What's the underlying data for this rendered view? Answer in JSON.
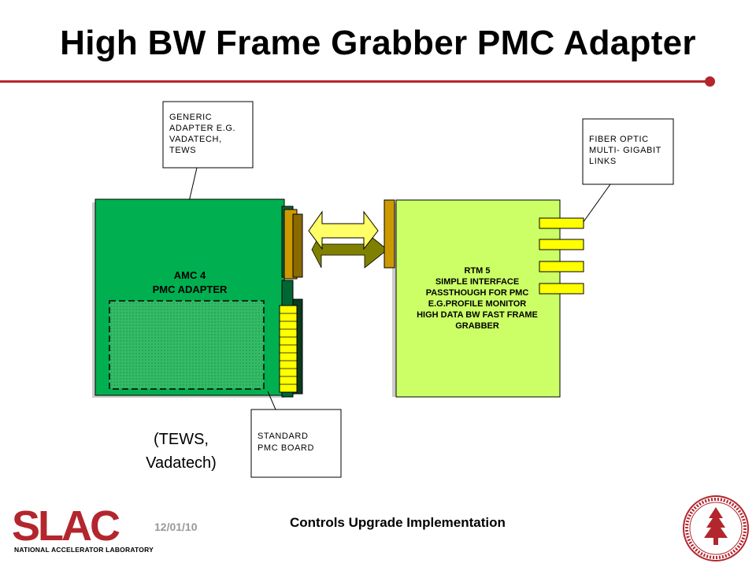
{
  "slide": {
    "title": "High BW Frame Grabber PMC Adapter"
  },
  "callouts": {
    "generic_adapter": [
      "GENERIC",
      "ADAPTER E.G.",
      "VADATECH,",
      "TEWS"
    ],
    "fiber_optic": [
      "FIBER OPTIC",
      "MULTI- GIGABIT",
      "LINKS"
    ],
    "standard_pmc": [
      "STANDARD",
      "PMC BOARD"
    ]
  },
  "amc_board": {
    "lines": [
      "AMC 4",
      "PMC ADAPTER"
    ]
  },
  "rtm_board": {
    "lines": [
      "RTM 5",
      "SIMPLE INTERFACE",
      "PASSTHOUGH FOR PMC",
      "E.G.PROFILE MONITOR",
      "HIGH DATA BW FAST FRAME",
      "GRABBER"
    ]
  },
  "vendors": {
    "line1": "(TEWS,",
    "line2": "Vadatech)"
  },
  "footer": {
    "date": "12/01/10",
    "presentation": "Controls Upgrade Implementation",
    "logo_text": "SLAC",
    "logo_subtitle": "NATIONAL ACCELERATOR LABORATORY"
  },
  "colors": {
    "accent_red": "#b3262e",
    "board_green": "#00b050",
    "rtm_green": "#ccff66",
    "connector_yellow": "#ffff00",
    "connector_brown": "#cc9900"
  },
  "icons": {
    "bidirectional_arrow": "double-arrow-icon",
    "university_seal": "stanford-seal-icon"
  }
}
